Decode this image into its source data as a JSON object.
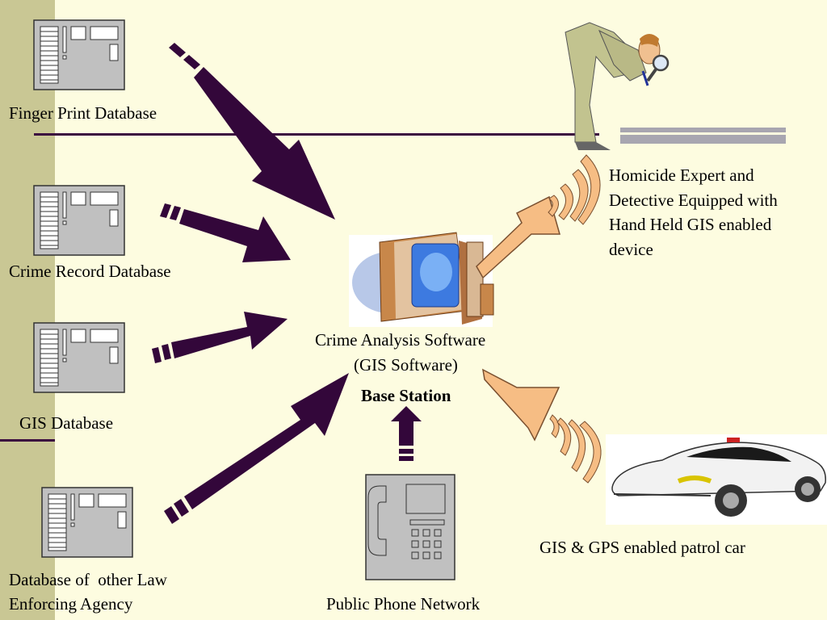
{
  "colors": {
    "background": "#fdfce0",
    "side_band": "#c9c794",
    "rule_line": "#3b0a3f",
    "arrow": "#33073a",
    "signal": "#f6bd84",
    "device_gray": "#c0c0c0",
    "gray_bar": "#a8a6b0"
  },
  "sources": [
    {
      "label": "Finger Print Database",
      "icon": "server-cabinet-icon"
    },
    {
      "label": "Crime Record Database",
      "icon": "server-cabinet-icon"
    },
    {
      "label": "GIS Database",
      "icon": "server-cabinet-icon"
    },
    {
      "label_lines": [
        "Database of  other Law",
        "Enforcing Agency"
      ],
      "icon": "server-cabinet-icon"
    }
  ],
  "hub": {
    "label_lines": [
      "Crime Analysis Software",
      "(GIS Software)"
    ],
    "sublabel": "Base Station",
    "icon": "computer-icon"
  },
  "phone": {
    "label": "Public Phone Network",
    "icon": "telephone-icon"
  },
  "detective": {
    "label_lines": [
      "Homicide Expert and",
      "Detective Equipped with",
      "Hand Held GIS enabled",
      "device"
    ],
    "icon": "detective-magnifier-icon"
  },
  "car": {
    "label": "GIS & GPS enabled patrol car",
    "icon": "patrol-car-icon"
  }
}
